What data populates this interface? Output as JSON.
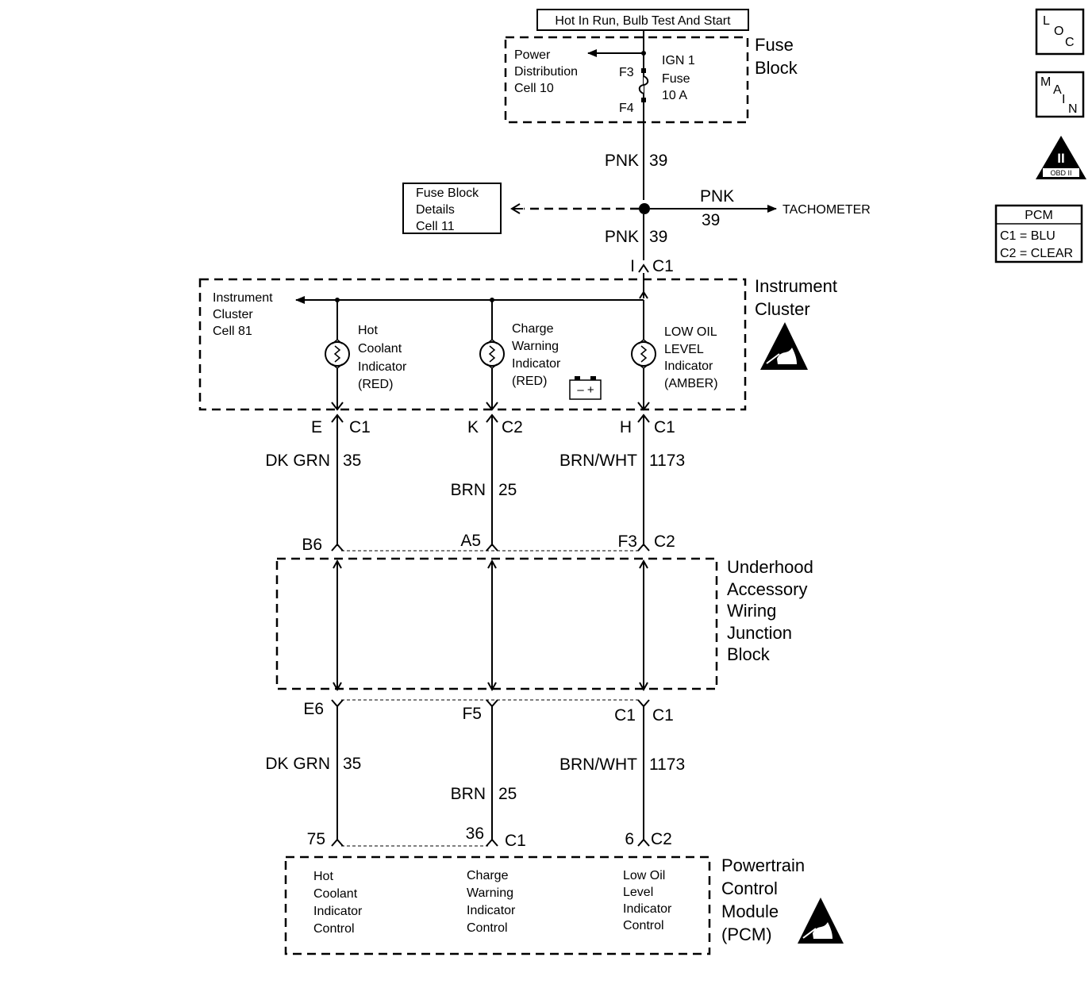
{
  "power_source": "Hot In Run, Bulb Test And Start",
  "fuse_block": {
    "title": [
      "Fuse",
      "Block"
    ],
    "ref": [
      "Power",
      "Distribution",
      "Cell 10"
    ],
    "fuse": [
      "IGN 1",
      "Fuse",
      "10 A"
    ],
    "pin_in": "F3",
    "pin_out": "F4"
  },
  "pnk_upper": {
    "color": "PNK",
    "circuit": "39"
  },
  "splice_details": [
    "Fuse Block",
    "Details",
    "Cell 11"
  ],
  "tach_branch": {
    "color": "PNK",
    "circuit": "39",
    "dest": "TACHOMETER"
  },
  "pnk_lower": {
    "color": "PNK",
    "circuit": "39"
  },
  "ic_input": {
    "pin": "I",
    "conn": "C1"
  },
  "instrument_cluster": {
    "title": [
      "Instrument",
      "Cluster"
    ],
    "ref": [
      "Instrument",
      "Cluster",
      "Cell 81"
    ],
    "hot": [
      "Hot",
      "Coolant",
      "Indicator",
      "(RED)"
    ],
    "charge": [
      "Charge",
      "Warning",
      "Indicator",
      "(RED)"
    ],
    "oil": [
      "LOW OIL",
      "LEVEL",
      "Indicator",
      "(AMBER)"
    ],
    "battery_symbol": "– +"
  },
  "ic_outputs": [
    {
      "pin": "E",
      "conn": "C1"
    },
    {
      "pin": "K",
      "conn": "C2"
    },
    {
      "pin": "H",
      "conn": "C1"
    }
  ],
  "upper_wires": [
    {
      "color": "DK GRN",
      "circuit": "35"
    },
    {
      "color": "BRN",
      "circuit": "25"
    },
    {
      "color": "BRN/WHT",
      "circuit": "1173"
    }
  ],
  "junction_top": [
    {
      "pin": "B6"
    },
    {
      "pin": "A5"
    },
    {
      "pin": "F3",
      "conn": "C2"
    }
  ],
  "junction_block": {
    "title": [
      "Underhood",
      "Accessory",
      "Wiring",
      "Junction",
      "Block"
    ]
  },
  "junction_bottom": [
    {
      "pin": "E6"
    },
    {
      "pin": "F5"
    },
    {
      "pin": "C1",
      "conn": "C1"
    }
  ],
  "lower_wires": [
    {
      "color": "DK GRN",
      "circuit": "35"
    },
    {
      "color": "BRN",
      "circuit": "25"
    },
    {
      "color": "BRN/WHT",
      "circuit": "1173"
    }
  ],
  "pcm_pins": [
    {
      "pin": "75"
    },
    {
      "pin": "36",
      "conn": "C1"
    },
    {
      "pin": "6",
      "conn": "C2"
    }
  ],
  "pcm": {
    "title": [
      "Powertrain",
      "Control",
      "Module",
      "(PCM)"
    ],
    "hot": [
      "Hot",
      "Coolant",
      "Indicator",
      "Control"
    ],
    "charge": [
      "Charge",
      "Warning",
      "Indicator",
      "Control"
    ],
    "oil": [
      "Low Oil",
      "Level",
      "Indicator",
      "Control"
    ]
  },
  "legend": {
    "loc": [
      "L",
      "O",
      "C"
    ],
    "main": [
      "M",
      "A",
      "I",
      "N"
    ],
    "obd": {
      "numeral": "II",
      "label": "OBD II"
    },
    "pcm_key": {
      "title": "PCM",
      "lines": [
        "C1 = BLU",
        "C2 = CLEAR"
      ]
    }
  }
}
